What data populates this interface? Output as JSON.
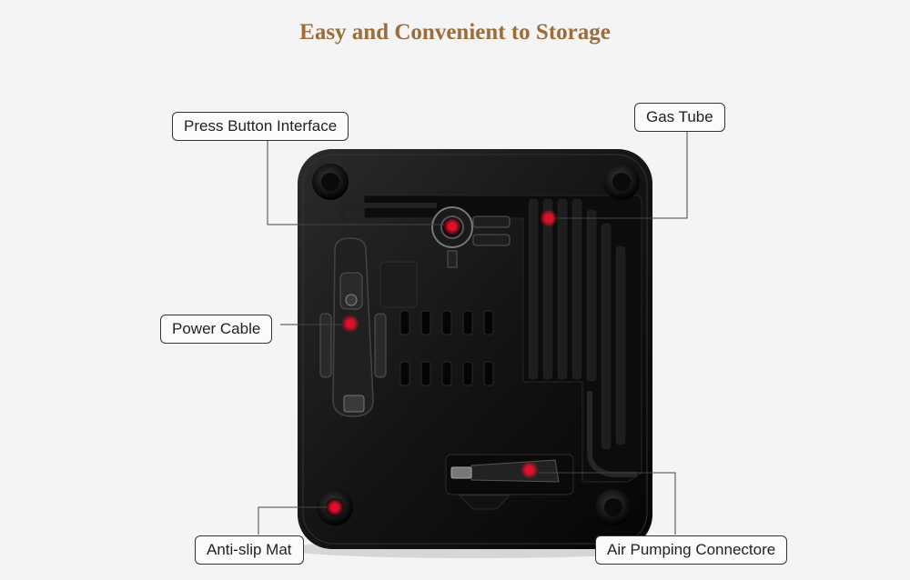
{
  "title": "Easy and Convenient to Storage",
  "callouts": {
    "press_button_interface": "Press Button Interface",
    "gas_tube": "Gas Tube",
    "power_cable": "Power Cable",
    "anti_slip_mat": "Anti-slip Mat",
    "air_pumping_connector": "Air Pumping Connectore"
  },
  "colors": {
    "title": "#9c6d3a",
    "marker": "#e0102a",
    "device": "#141414"
  }
}
